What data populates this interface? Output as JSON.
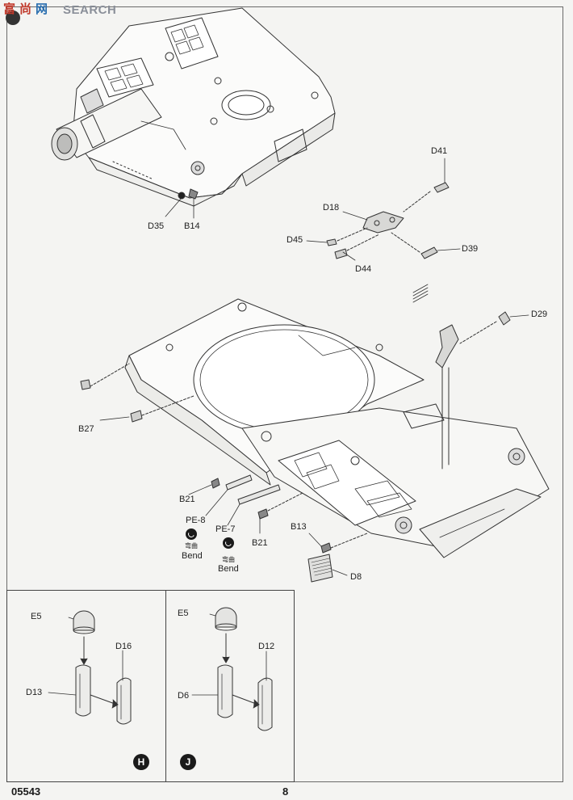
{
  "watermark": {
    "text": "SEARCH"
  },
  "footer": {
    "code": "05543",
    "page": "8"
  },
  "labels": {
    "D41": "D41",
    "D18": "D18",
    "D45": "D45",
    "D44": "D44",
    "D39": "D39",
    "D35": "D35",
    "B14": "B14",
    "D29": "D29",
    "B27": "B27",
    "B21a": "B21",
    "PE8": "PE-8",
    "PE7": "PE-7",
    "B21b": "B21",
    "B13": "B13",
    "D8": "D8"
  },
  "bend_notes": [
    {
      "cn": "弯曲",
      "en": "Bend"
    },
    {
      "cn": "弯曲",
      "en": "Bend"
    }
  ],
  "sub_steps": [
    {
      "id": "H",
      "labels": {
        "top": "E5",
        "tube": "D16",
        "base": "D13"
      }
    },
    {
      "id": "J",
      "labels": {
        "top": "E5",
        "tube": "D12",
        "base": "D6"
      }
    }
  ]
}
